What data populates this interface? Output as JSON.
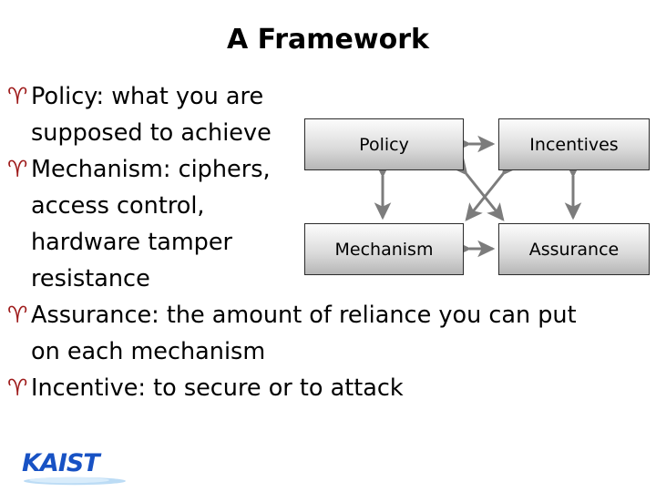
{
  "slide": {
    "title": "A Framework",
    "background_color": "#ffffff",
    "bullet_glyph": "♈",
    "bullet_color": "#9e1b1b",
    "text_color": "#000000"
  },
  "body": {
    "lines": [
      {
        "bullet": true,
        "text": "Policy: what you are"
      },
      {
        "bullet": false,
        "text": "supposed to achieve"
      },
      {
        "bullet": true,
        "text": "Mechanism: ciphers,"
      },
      {
        "bullet": false,
        "text": "access control,"
      },
      {
        "bullet": false,
        "text": "hardware tamper"
      },
      {
        "bullet": false,
        "text": "resistance"
      },
      {
        "bullet": true,
        "text": "Assurance: the amount of reliance you can put"
      },
      {
        "bullet": false,
        "text": "on each mechanism"
      },
      {
        "bullet": true,
        "text": "Incentive: to secure or to attack"
      }
    ]
  },
  "diagram": {
    "type": "2x2-block-diagram",
    "box_border_color": "#2b2b2b",
    "box_fill_top": "#fcfcfc",
    "box_fill_bottom": "#b6b6b6",
    "arrow_color": "#7c7c7c",
    "boxes": [
      {
        "id": "policy",
        "label": "Policy"
      },
      {
        "id": "incentives",
        "label": "Incentives"
      },
      {
        "id": "mechanism",
        "label": "Mechanism"
      },
      {
        "id": "assurance",
        "label": "Assurance"
      }
    ],
    "connectors": [
      {
        "from": "policy",
        "to": "incentives",
        "style": "double-headed",
        "orientation": "horizontal"
      },
      {
        "from": "mechanism",
        "to": "assurance",
        "style": "double-headed",
        "orientation": "horizontal"
      },
      {
        "from": "policy",
        "to": "mechanism",
        "style": "double-headed",
        "orientation": "vertical"
      },
      {
        "from": "incentives",
        "to": "assurance",
        "style": "double-headed",
        "orientation": "vertical"
      },
      {
        "from": "policy",
        "to": "assurance",
        "style": "double-headed",
        "orientation": "diagonal"
      },
      {
        "from": "incentives",
        "to": "mechanism",
        "style": "double-headed",
        "orientation": "diagonal"
      }
    ]
  },
  "logo": {
    "wordmark": "KAIST",
    "color": "#1852c4",
    "swoosh_color": "#aed4f2"
  }
}
